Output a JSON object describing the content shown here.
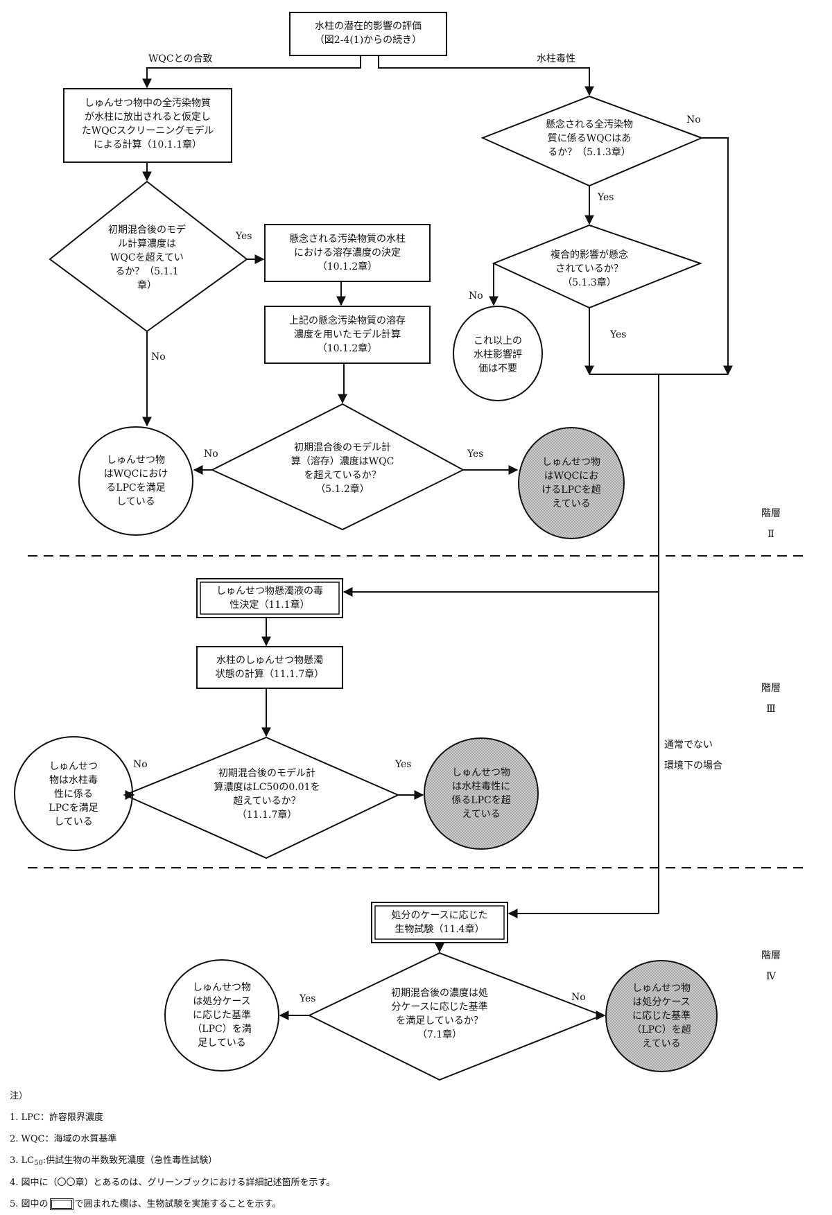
{
  "nodes": {
    "start": [
      "水柱の潜在的影響の評価",
      "（図2-4(1)からの続き）"
    ],
    "wqc_calc": [
      "しゅんせつ物中の全汚染物質",
      "が水柱に放出されると仮定し",
      "たWQCスクリーニングモデル",
      "による計算（10.1.1章）"
    ],
    "q_model_wqc": [
      "初期混合後のモデ",
      "ル計算濃度は",
      "WQCを超えてい",
      "るか？（5.1.1",
      "章）"
    ],
    "dissolved": [
      "懸念される汚染物質の水柱",
      "における溶存濃度の決定",
      "（10.1.2章）"
    ],
    "model_calc": [
      "上記の懸念汚染物質の溶存",
      "濃度を用いたモデル計算",
      "（10.1.2章）"
    ],
    "q_dissolved": [
      "初期混合後のモデル計",
      "算（溶存）濃度はWQC",
      "を超えているか？",
      "（5.1.2章）"
    ],
    "c_satisfies_wqc": [
      "しゅんせつ物",
      "はWQCにおけ",
      "るLPCを満足",
      "している"
    ],
    "c_exceeds_wqc": [
      "しゅんせつ物",
      "はWQCにお",
      "けるLPCを超",
      "えている"
    ],
    "q_wqc_exist": [
      "懸念される全汚染物",
      "質に係るWQCはあ",
      "るか？（5.1.3章）"
    ],
    "q_combined": [
      "複合的影響が懸念",
      "されているか？",
      "（5.1.3章）"
    ],
    "c_no_more": [
      "これ以上の",
      "水柱影響評",
      "価は不要"
    ],
    "toxicity": [
      "しゅんせつ物懸濁液の毒",
      "性決定（11.1章）"
    ],
    "suspension": [
      "水柱のしゅんせつ物懸濁",
      "状態の計算（11.1.7章）"
    ],
    "q_lc50": [
      "初期混合後のモデル計",
      "算濃度はLC50の0.01を",
      "超えているか？",
      "（11.1.7章）"
    ],
    "c_satisfies_tox": [
      "しゅんせつ",
      "物は水柱毒",
      "性に係る",
      "LPCを満足",
      "している"
    ],
    "c_exceeds_tox": [
      "しゅんせつ物",
      "は水柱毒性に",
      "係るLPCを超",
      "えている"
    ],
    "bioassay": [
      "処分のケースに応じた",
      "生物試験（11.4章）"
    ],
    "q_case": [
      "初期混合後の濃度は処",
      "分ケースに応じた基準",
      "を満足しているか？",
      "（7.1章）"
    ],
    "c_satisfies_case": [
      "しゅんせつ物",
      "は処分ケース",
      "に応じた基準",
      "（LPC）を満",
      "足している"
    ],
    "c_exceeds_case": [
      "しゅんせつ物",
      "は処分ケース",
      "に応じた基準",
      "（LPC）を超",
      "えている"
    ]
  },
  "labels": {
    "wqc_match": "WQCとの合致",
    "wc_toxicity": "水柱毒性",
    "yes": "Yes",
    "no": "No",
    "unusual": [
      "通常でない",
      "環境下の場合"
    ]
  },
  "tiers": [
    {
      "label": "階層",
      "num": "Ⅱ"
    },
    {
      "label": "階層",
      "num": "Ⅲ"
    },
    {
      "label": "階層",
      "num": "Ⅳ"
    }
  ],
  "notes": {
    "heading": "注）",
    "n1": "1. LPC：許容限界濃度",
    "n2": "2. WQC：海域の水質基準",
    "n3_prefix": "3. LC",
    "n3_sub": "50",
    "n3_rest": ":供試生物の半数致死濃度（急性毒性試験）",
    "n4": "4. 図中に（〇〇章）とあるのは、グリーンブックにおける詳細記述箇所を示す。",
    "n5_prefix": "5. 図中の",
    "n5_rest": "で囲まれた欄は、生物試験を実施することを示す。"
  },
  "colors": {
    "line": "#111111",
    "shaded": "#bdbdbd"
  }
}
